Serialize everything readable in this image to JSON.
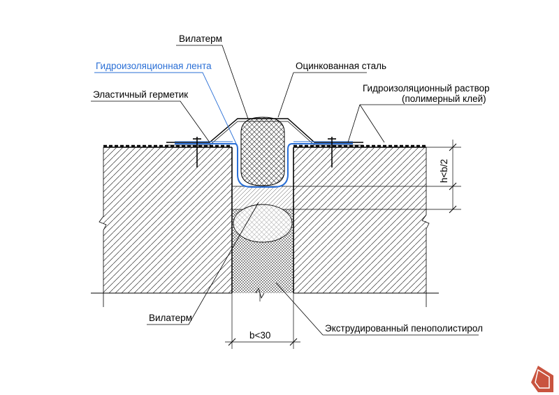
{
  "labels": {
    "vilaterm_top": "Вилатерм",
    "waterproof_tape": "Гидроизоляционная лента",
    "galvanized_steel": "Оцинкованная сталь",
    "elastic_sealant": "Эластичный герметик",
    "waterproof_mortar_line1": "Гидроизоляционный раствор",
    "waterproof_mortar_line2": "(полимерный клей)",
    "dim_h": "h<b/2",
    "vilaterm_bottom": "Вилатерм",
    "dim_b": "b<30",
    "extruded_polystyrene": "Экструдированный пенополистирол"
  },
  "colors": {
    "line": "#000000",
    "tape": "#2a6fd6",
    "tape_label": "#2a6fd6",
    "logo": "#c9543f"
  },
  "logo": {
    "icon": "pulscen-logo-icon"
  }
}
